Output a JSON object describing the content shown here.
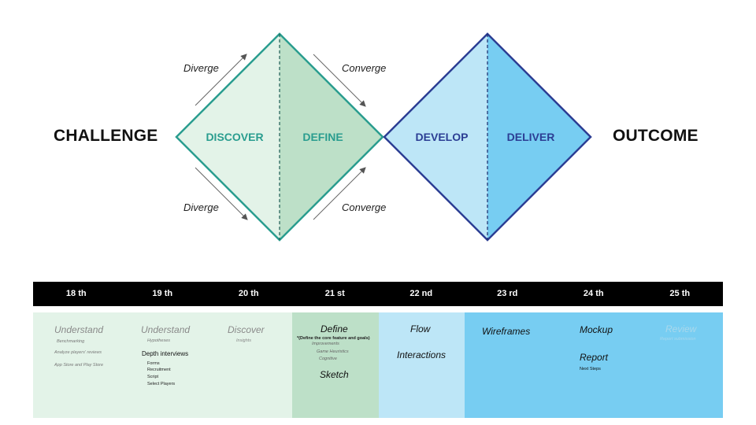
{
  "labels": {
    "challenge": "CHALLENGE",
    "outcome": "OUTCOME",
    "diverge_top": "Diverge",
    "converge_top": "Converge",
    "diverge_bottom": "Diverge",
    "converge_bottom": "Converge"
  },
  "phases": [
    {
      "label": "DISCOVER",
      "color": "#2a9d8f"
    },
    {
      "label": "DEFINE",
      "color": "#2a9d8f"
    },
    {
      "label": "DEVELOP",
      "color": "#2c3e94"
    },
    {
      "label": "DELIVER",
      "color": "#2c3e94"
    }
  ],
  "colors": {
    "diamond1_left": "#e3f3e8",
    "diamond1_right": "#bde0c8",
    "diamond1_stroke": "#2a9d8f",
    "diamond2_left": "#bde6f7",
    "diamond2_right": "#77cdf2",
    "diamond2_stroke": "#2c3e94"
  },
  "timeline": {
    "days": [
      "18 th",
      "19 th",
      "20 th",
      "21 st",
      "22 nd",
      "23 rd",
      "24 th",
      "25 th"
    ],
    "bands": [
      {
        "color": "#e3f3e8"
      },
      {
        "color": "#bde0c8"
      },
      {
        "color": "#bde6f7"
      },
      {
        "color": "#77cdf2"
      }
    ],
    "cols": {
      "c18": {
        "title": "Understand",
        "items": [
          "Benchmarking",
          "Analyze players' reviews",
          "App Store and Play Store"
        ]
      },
      "c19": {
        "title": "Understand",
        "sub": "Hypotheses",
        "heading": "Depth interviews",
        "items": [
          "Forms",
          "Recruitment",
          "Script",
          "Select Players"
        ]
      },
      "c20": {
        "title": "Discover",
        "sub": "Insights"
      },
      "c21": {
        "title": "Define",
        "note": "*(Define the core feature and goals)",
        "items": [
          "Improvements",
          "Game Heuristics",
          "Cognitive"
        ],
        "title2": "Sketch"
      },
      "c22": {
        "title": "Flow",
        "title2": "Interactions"
      },
      "c23": {
        "title": "Wireframes"
      },
      "c24": {
        "title": "Mockup",
        "title2": "Report",
        "sub": "Next Steps"
      },
      "c25": {
        "title": "Review",
        "sub": "Report submission"
      }
    }
  }
}
